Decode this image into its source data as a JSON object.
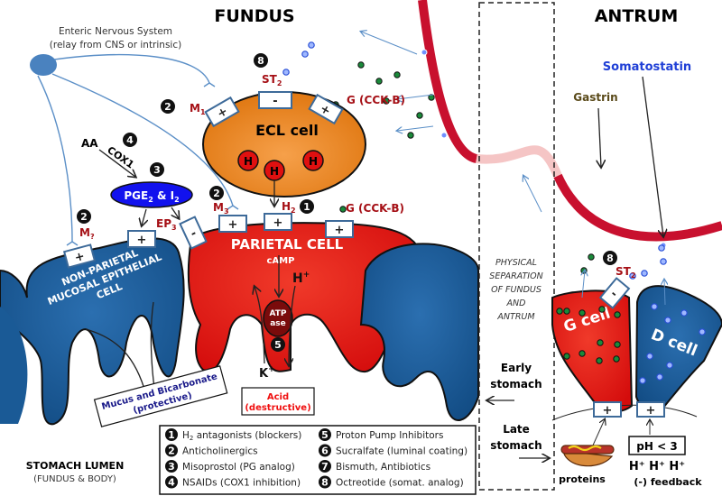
{
  "titles": {
    "fundus": "FUNDUS",
    "antrum": "ANTRUM"
  },
  "enteric": {
    "line1": "Enteric Nervous System",
    "line2": "(relay from CNS or intrinsic)"
  },
  "ecl": {
    "label": "ECL cell",
    "histamine": "H",
    "receptor_m1": {
      "base": "M",
      "sub": "1",
      "sign": "+"
    },
    "receptor_st2": {
      "base": "ST",
      "sub": "2",
      "sign": "-"
    },
    "receptor_g": {
      "label": "G (CCK-B)",
      "sign": "+"
    }
  },
  "parietal": {
    "label": "PARIETAL CELL",
    "camp": "cAMP",
    "h_plus": {
      "base": "H",
      "sup": "+"
    },
    "k_plus": {
      "base": "K",
      "sup": "+"
    },
    "atpase": {
      "line1": "ATP",
      "line2": "ase"
    },
    "receptor_m3": {
      "base": "M",
      "sub": "3",
      "sign": "+"
    },
    "receptor_h2": {
      "base": "H",
      "sub": "2",
      "sign": "+"
    },
    "receptor_g": {
      "label": "G (CCK-B)",
      "sign": "+"
    },
    "receptor_ep3": {
      "base": "EP",
      "sub": "3",
      "sign": "-"
    }
  },
  "prostaglandin": {
    "aa": "AA",
    "cox1": "COX1",
    "label_a": "PGE",
    "sub_a": "2",
    "label_b": " & I",
    "sub_b": "2"
  },
  "nonparietal": {
    "line1": "NON-PARIETAL",
    "line2": "MUCOSAL EPITHELIAL",
    "line3": "CELL",
    "receptor_m": {
      "base": "M",
      "sub": "?",
      "sign": "+"
    },
    "receptor_pg_sign": "+"
  },
  "mucus": {
    "line1": "Mucus and Bicarbonate",
    "line2": "(protective)"
  },
  "acid": {
    "line1": "Acid",
    "line2": "(destructive)"
  },
  "lumen": {
    "line1": "STOMACH LUMEN",
    "line2": "(FUNDUS & BODY)"
  },
  "separation": {
    "lines": [
      "PHYSICAL",
      "SEPARATION",
      "OF FUNDUS",
      "AND",
      "ANTRUM"
    ]
  },
  "early": {
    "line1": "Early",
    "line2": "stomach"
  },
  "late": {
    "line1": "Late",
    "line2": "stomach"
  },
  "antrum": {
    "somatostatin": "Somatostatin",
    "gastrin": "Gastrin",
    "g_cell": "G cell",
    "d_cell": "D cell",
    "st2": {
      "base": "ST",
      "sub": "2",
      "sign": "-"
    },
    "g_receptor_sign": "+",
    "d_receptor_sign": "+",
    "proteins": "proteins",
    "ph": "pH < 3",
    "h_row": "H⁺ H⁺ H⁺",
    "feedback": "(-) feedback"
  },
  "markers": {
    "n1": "1",
    "n2": "2",
    "n3": "3",
    "n4": "4",
    "n5": "5",
    "n8": "8"
  },
  "legend": {
    "items": [
      {
        "num": "1",
        "text_a": "H",
        "sub": "2",
        "text_b": " antagonists (blockers)"
      },
      {
        "num": "2",
        "text": "Anticholinergics"
      },
      {
        "num": "3",
        "text": "Misoprostol (PG analog)"
      },
      {
        "num": "4",
        "text": "NSAIDs (COX1 inhibition)"
      },
      {
        "num": "5",
        "text": "Proton Pump Inhibitors"
      },
      {
        "num": "6",
        "text": "Sucralfate (luminal coating)"
      },
      {
        "num": "7",
        "text": "Bismuth, Antibiotics"
      },
      {
        "num": "8",
        "text": "Octreotide (somat. analog)"
      }
    ]
  },
  "colors": {
    "parietal": "#e0140f",
    "ecl": "#e8801e",
    "mucosal": "#1a5a96",
    "vessel": "#c8102e",
    "receptor_label": "#a50f15",
    "somatostatin": "#1f3fd6",
    "gastrin_granule": "#1a8a3a"
  }
}
